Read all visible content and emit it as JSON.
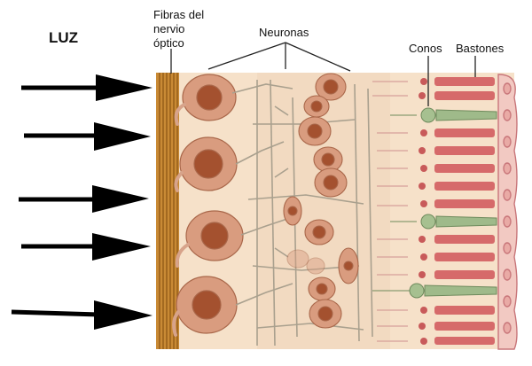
{
  "title": "LUZ",
  "labels": {
    "fibers_line1": "Fibras del",
    "fibers_line2": "nervio",
    "fibers_line3": "óptico",
    "neurons": "Neuronas",
    "cones": "Conos",
    "rods": "Bastones"
  },
  "colors": {
    "background_tissue": "#f5dfc6",
    "fiber": "#c8862e",
    "neuron_body": "#d49a7e",
    "nucleus": "#a4512f",
    "rod": "#d46a6a",
    "cone": "#9fba8a",
    "arrow": "#000000"
  },
  "icons": [
    "arrow-right-icon"
  ]
}
